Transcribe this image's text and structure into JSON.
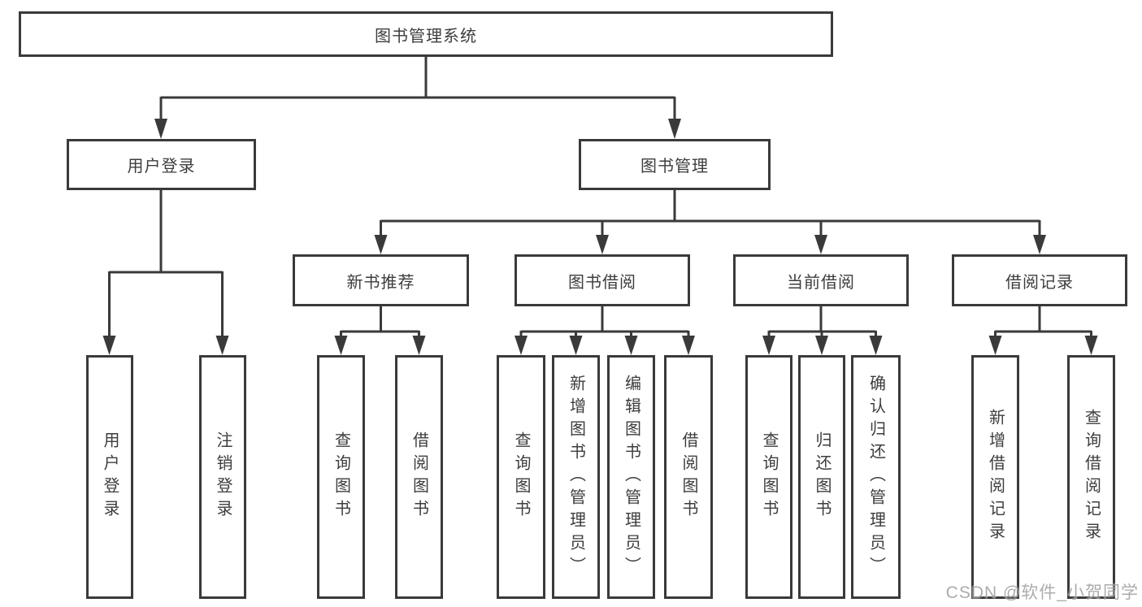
{
  "diagram": {
    "title": "图书管理系统",
    "root": {
      "label": "图书管理系统"
    },
    "level2": [
      {
        "id": "user-login",
        "label": "用户登录"
      },
      {
        "id": "book-management",
        "label": "图书管理"
      }
    ],
    "level3": [
      {
        "id": "new-book-recommendation",
        "label": "新书推荐",
        "parent": "图书管理"
      },
      {
        "id": "book-borrowing",
        "label": "图书借阅",
        "parent": "图书管理"
      },
      {
        "id": "current-borrowing",
        "label": "当前借阅",
        "parent": "图书管理"
      },
      {
        "id": "borrowing-records",
        "label": "借阅记录",
        "parent": "图书管理"
      }
    ],
    "leaves": [
      {
        "label": "用户登录",
        "parent": "用户登录"
      },
      {
        "label": "注销登录",
        "parent": "用户登录"
      },
      {
        "label": "查询图书",
        "parent": "新书推荐"
      },
      {
        "label": "借阅图书",
        "parent": "新书推荐"
      },
      {
        "label": "查询图书",
        "parent": "图书借阅"
      },
      {
        "label": "新增图书（管理员）",
        "parent": "图书借阅"
      },
      {
        "label": "编辑图书（管理员）",
        "parent": "图书借阅"
      },
      {
        "label": "借阅图书",
        "parent": "图书借阅"
      },
      {
        "label": "查询图书",
        "parent": "当前借阅"
      },
      {
        "label": "归还图书",
        "parent": "当前借阅"
      },
      {
        "label": "确认归还（管理员）",
        "parent": "当前借阅"
      },
      {
        "label": "新增借阅记录",
        "parent": "借阅记录"
      },
      {
        "label": "查询借阅记录",
        "parent": "借阅记录"
      }
    ],
    "colors": {
      "line": "#3a3a3a",
      "box_background": "#ffffff",
      "text": "#3d3d3d",
      "watermark": "#9e9e9e"
    },
    "watermark": "CSDN @软件_小贺同学"
  }
}
